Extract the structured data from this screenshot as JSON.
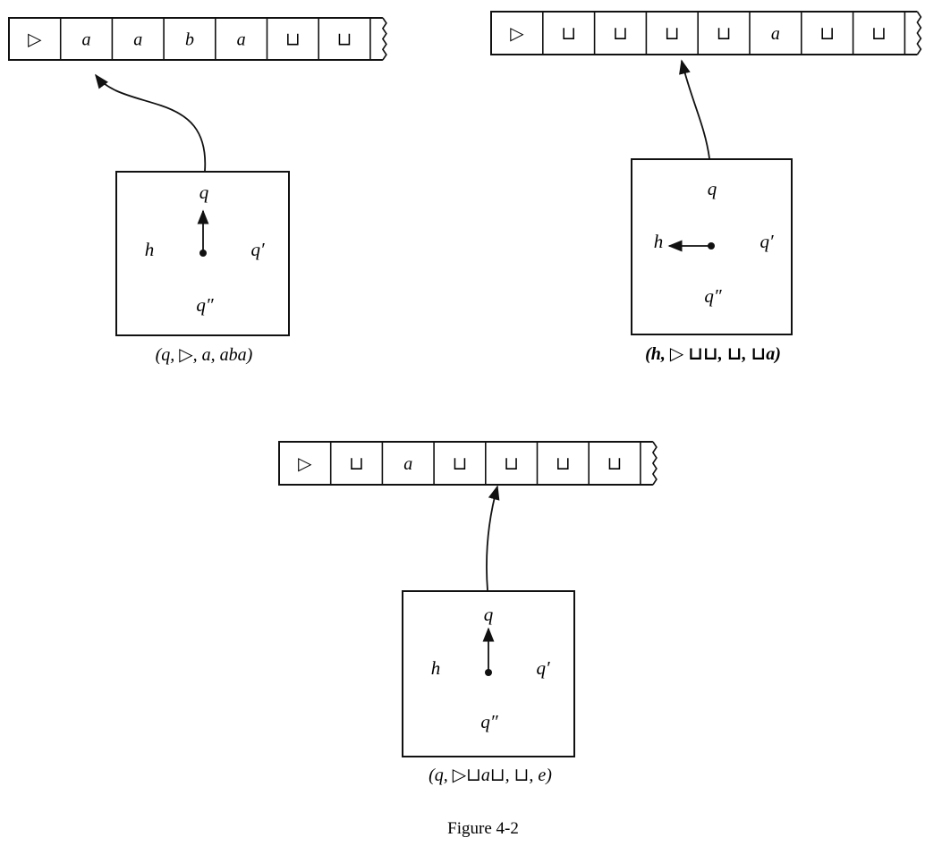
{
  "machines": [
    {
      "id": "m1",
      "tape": [
        "▷",
        "a",
        "a",
        "b",
        "a",
        "⊔",
        "⊔"
      ],
      "states": {
        "top": "q",
        "left": "h",
        "right": "q′",
        "bottom": "q″"
      },
      "pointer": "up",
      "configuration": "(q, ▷, a, aba)"
    },
    {
      "id": "m2",
      "tape": [
        "▷",
        "⊔",
        "⊔",
        "⊔",
        "⊔",
        "a",
        "⊔",
        "⊔"
      ],
      "states": {
        "top": "q",
        "left": "h",
        "right": "q′",
        "bottom": "q″"
      },
      "pointer": "left",
      "configuration": "(h, ▷ ⊔⊔, ⊔, ⊔a)"
    },
    {
      "id": "m3",
      "tape": [
        "▷",
        "⊔",
        "a",
        "⊔",
        "⊔",
        "⊔",
        "⊔"
      ],
      "states": {
        "top": "q",
        "left": "h",
        "right": "q′",
        "bottom": "q″"
      },
      "pointer": "up",
      "configuration": "(q, ▷⊔a⊔, ⊔, e)"
    }
  ],
  "figure_caption": "Figure 4-2"
}
